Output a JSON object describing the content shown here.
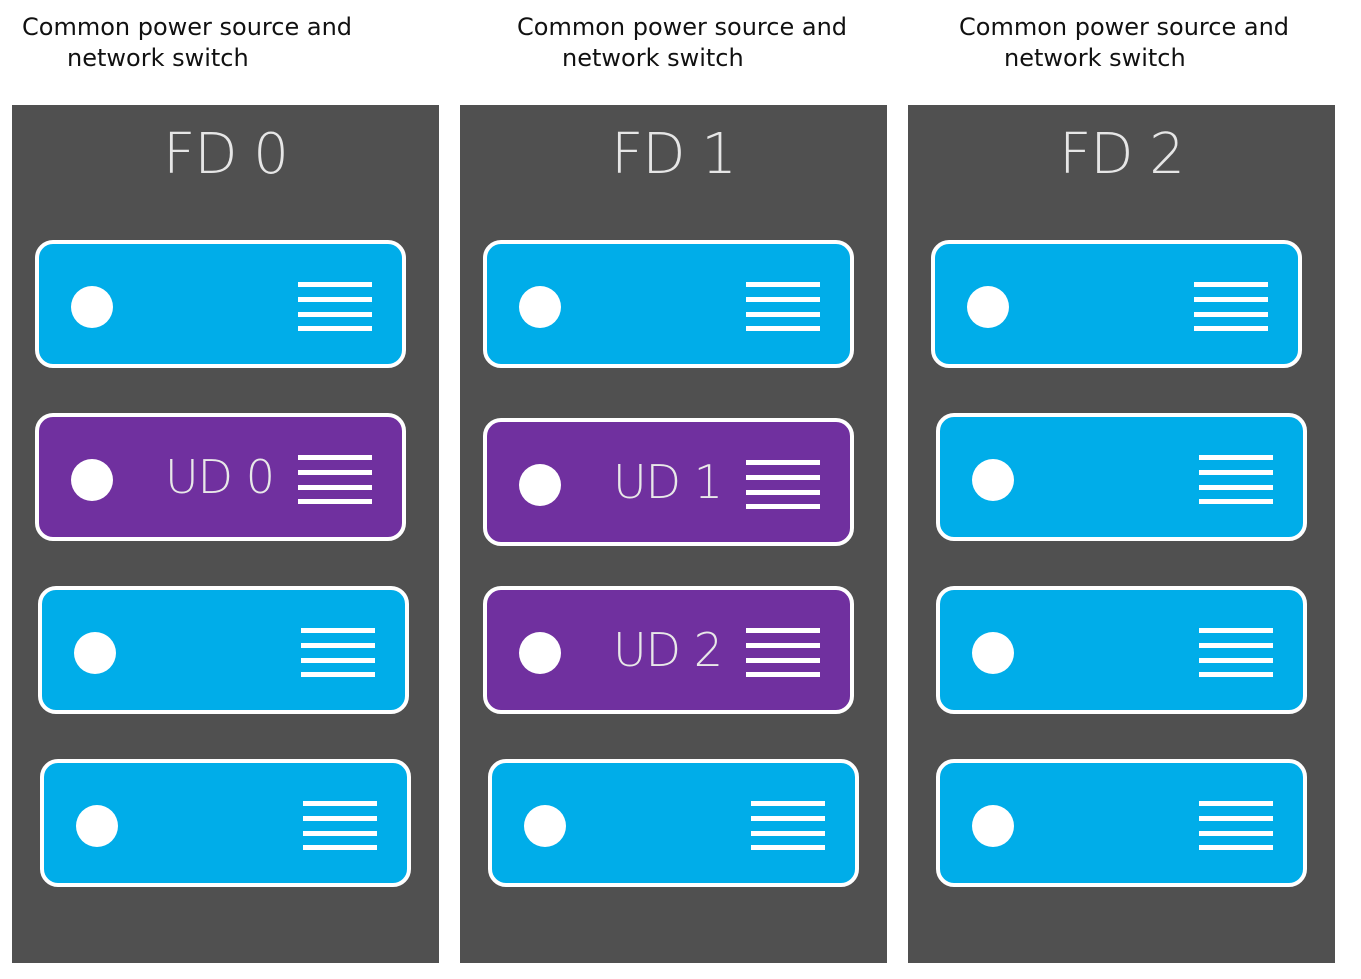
{
  "colors": {
    "rack": "#505050",
    "server": "#00ade9",
    "upgrade_server": "#70309f",
    "outline": "#ffffff",
    "caption_text": "#111111"
  },
  "icons": {
    "status": "status-light-icon",
    "vent": "vent-lines-icon"
  },
  "fault_domains": [
    {
      "caption_line1": "Common power source and",
      "caption_line2": "network switch",
      "label": "FD 0",
      "servers": [
        {
          "type": "standard",
          "label": ""
        },
        {
          "type": "upgrade",
          "label": "UD 0"
        },
        {
          "type": "standard",
          "label": ""
        },
        {
          "type": "standard",
          "label": ""
        }
      ]
    },
    {
      "caption_line1": "Common power source and",
      "caption_line2": "network switch",
      "label": "FD 1",
      "servers": [
        {
          "type": "standard",
          "label": ""
        },
        {
          "type": "upgrade",
          "label": "UD 1"
        },
        {
          "type": "upgrade",
          "label": "UD 2"
        },
        {
          "type": "standard",
          "label": ""
        }
      ]
    },
    {
      "caption_line1": "Common power source and",
      "caption_line2": "network switch",
      "label": "FD 2",
      "servers": [
        {
          "type": "standard",
          "label": ""
        },
        {
          "type": "standard",
          "label": ""
        },
        {
          "type": "standard",
          "label": ""
        },
        {
          "type": "standard",
          "label": ""
        }
      ]
    }
  ]
}
